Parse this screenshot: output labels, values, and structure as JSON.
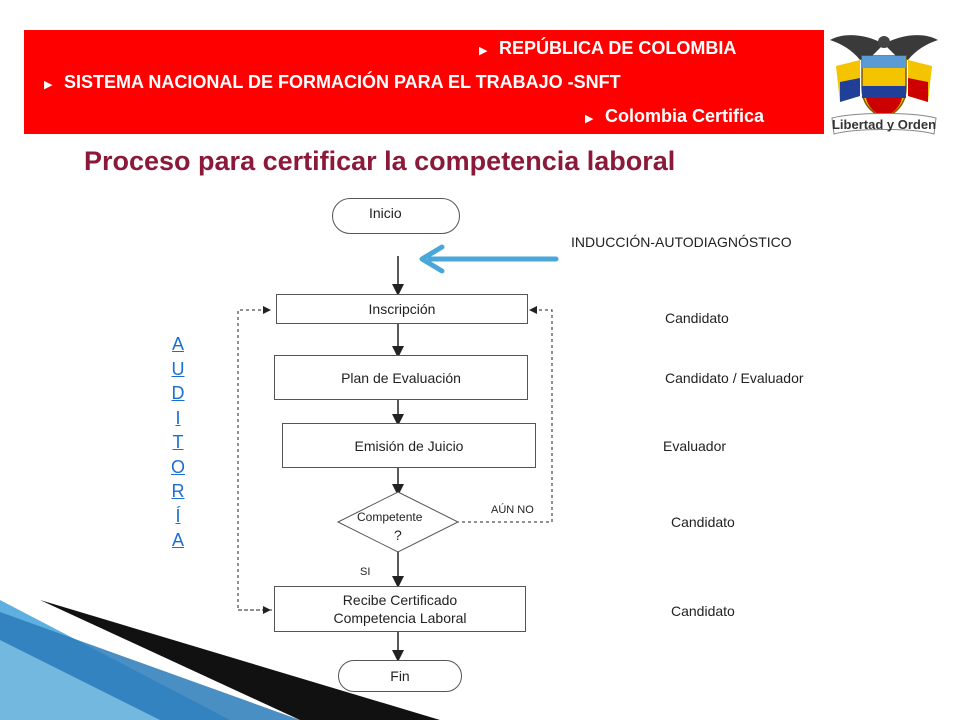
{
  "header": {
    "lines": [
      "REPÚBLICA DE COLOMBIA",
      "SISTEMA NACIONAL DE FORMACIÓN PARA EL TRABAJO -SNFT",
      "Colombia Certifica"
    ],
    "banner_color": "#ff0000"
  },
  "seal": {
    "motto": "Libertad y Orden"
  },
  "title": "Proceso para certificar la competencia laboral",
  "flow": {
    "start": "Inicio",
    "step1": "Inscripción",
    "step2": "Plan de Evaluación",
    "step3": "Emisión de Juicio",
    "decision": "Competente",
    "decision_mark": "?",
    "step4_line1": "Recibe Certificado",
    "step4_line2": "Competencia Laboral",
    "end": "Fin",
    "yes_label": "SI",
    "no_label": "AÚN NO",
    "side_label": [
      "A",
      "U",
      "D",
      "I",
      "T",
      "O",
      "R",
      "Í",
      "A"
    ]
  },
  "roles": {
    "induction": "INDUCCIÓN-AUTODIAGNÓSTICO",
    "r1": "Candidato",
    "r2": "Candidato / Evaluador",
    "r3": "Evaluador",
    "r4": "Candidato",
    "r5": "Candidato"
  },
  "colors": {
    "title": "#8b1a3a",
    "audit": "#1b6fd0",
    "arrow": "#4aa8d8"
  }
}
